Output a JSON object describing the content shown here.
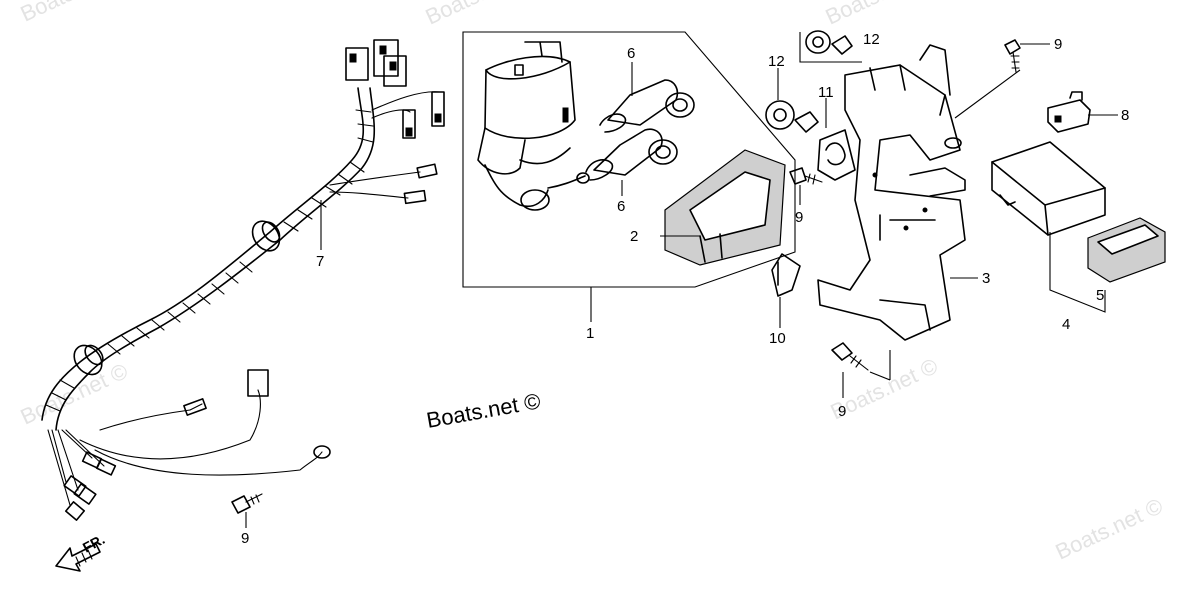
{
  "diagram": {
    "brand_text": "Boats.net ©",
    "watermarks": [
      "Boats.n",
      "Boats.net",
      "Boats.n",
      "Boats.net ©",
      "Boats.net ©",
      "Boats.net ©"
    ],
    "direction_label": "FR.",
    "callouts": {
      "c1": "1",
      "c2": "2",
      "c3": "3",
      "c4": "4",
      "c5": "5",
      "c6a": "6",
      "c6b": "6",
      "c7": "7",
      "c8": "8",
      "c9a": "9",
      "c9b": "9",
      "c9c": "9",
      "c9d": "9",
      "c10": "10",
      "c11": "11",
      "c12a": "12",
      "c12b": "12"
    }
  }
}
